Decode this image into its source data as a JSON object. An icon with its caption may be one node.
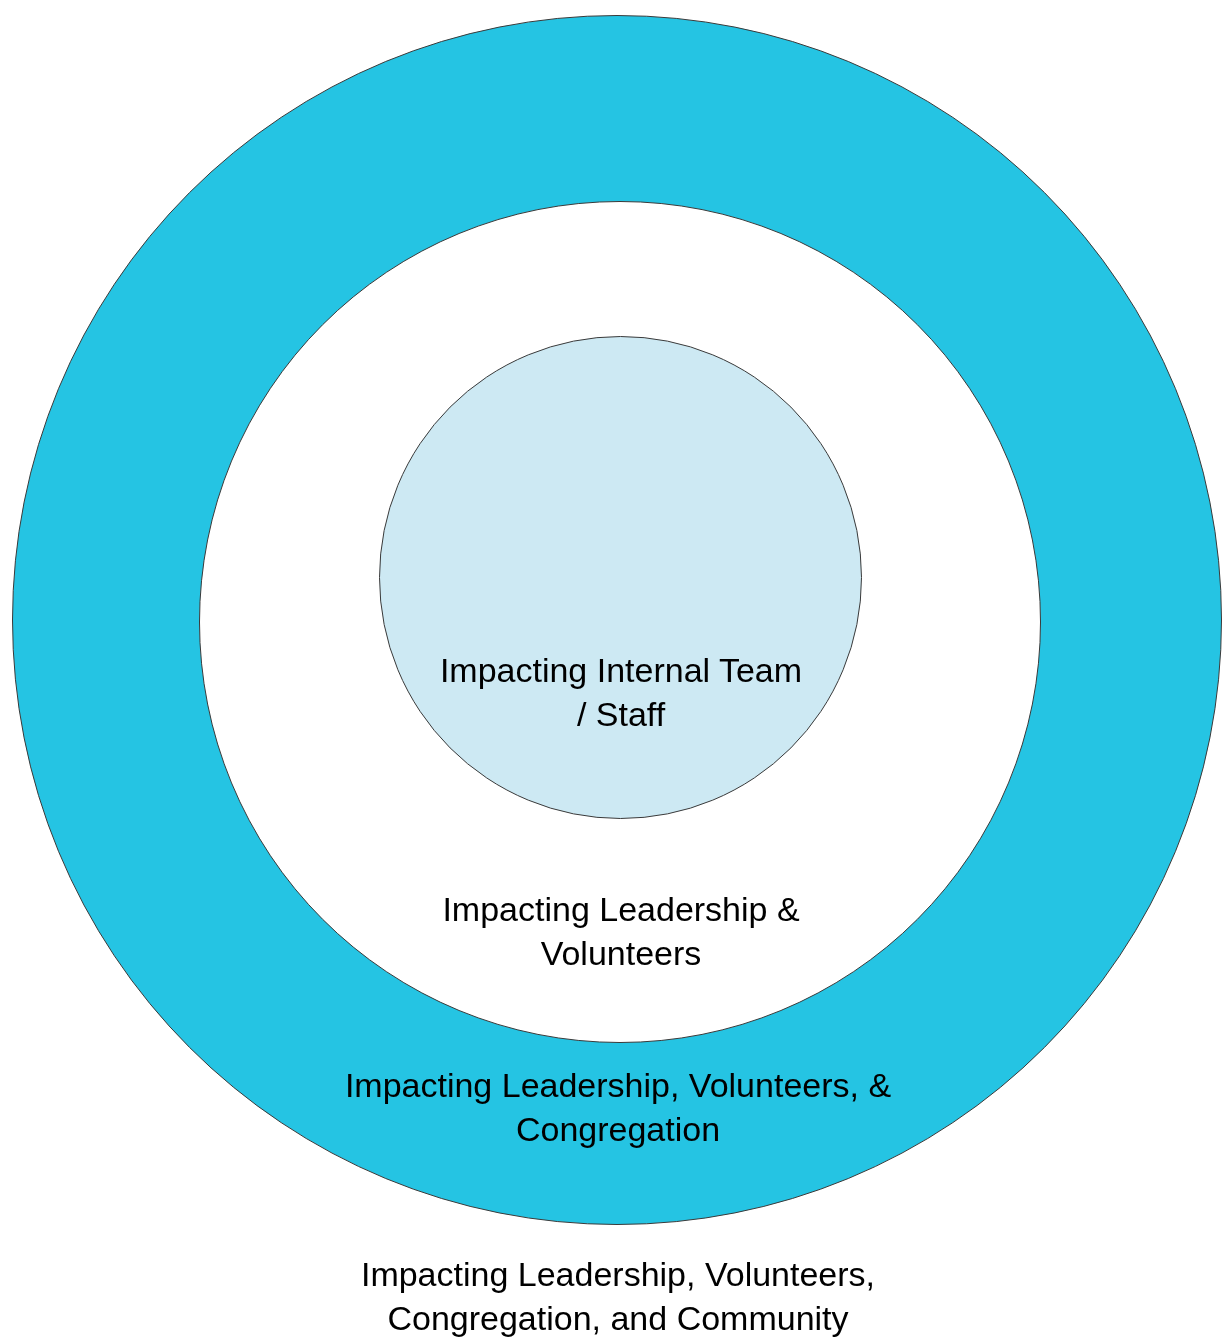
{
  "diagram": {
    "nodes": [
      {
        "text": [
          "Impacting Leadership, Volunteers, & Congregation"
        ]
      },
      {
        "text": [
          "Impacting Leadership & Volunteers"
        ],
        "in": 0
      },
      {
        "text": [
          "Impacting Internal Team / Staff"
        ],
        "in": 1
      }
    ],
    "labels": [
      "Impacting Leadership, Volunteers, Congregation, and Community"
    ]
  }
}
